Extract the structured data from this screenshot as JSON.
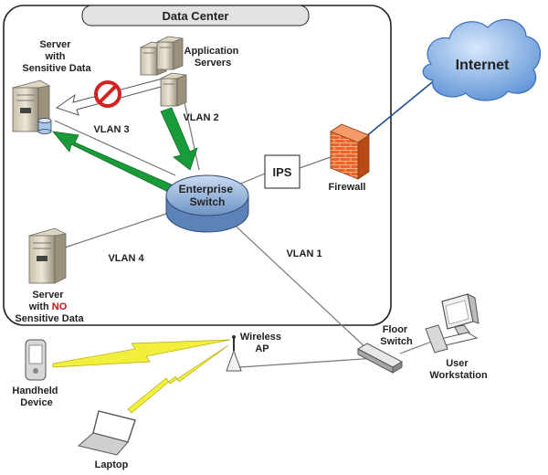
{
  "title": "Data Center",
  "internet": "Internet",
  "ips": "IPS",
  "firewall": "Firewall",
  "switch": {
    "line1": "Enterprise",
    "line2": "Switch"
  },
  "servers": {
    "sensitive": [
      "Server",
      "with",
      "Sensitive Data"
    ],
    "application": [
      "Application",
      "Servers"
    ],
    "nonsensitive": {
      "line1": "Server",
      "line2_prefix": "with ",
      "line2_highlight": "NO",
      "line3": "Sensitive Data"
    }
  },
  "vlans": {
    "v1": "VLAN 1",
    "v2": "VLAN 2",
    "v3": "VLAN 3",
    "v4": "VLAN 4"
  },
  "wireless_ap": [
    "Wireless",
    "AP"
  ],
  "floor_switch": [
    "Floor",
    "Switch"
  ],
  "user_workstation": [
    "User",
    "Workstation"
  ],
  "handheld": [
    "Handheld",
    "Device"
  ],
  "laptop": "Laptop",
  "colors": {
    "green_arrow": "#1a9b3a",
    "no_symbol": "#d42020",
    "switch_fill": "#a9c3e6",
    "cloud": "#8fb8e6",
    "firewall": "#e86a2e",
    "highlight": "#cc1111",
    "lightning": "#f2ee3c"
  }
}
